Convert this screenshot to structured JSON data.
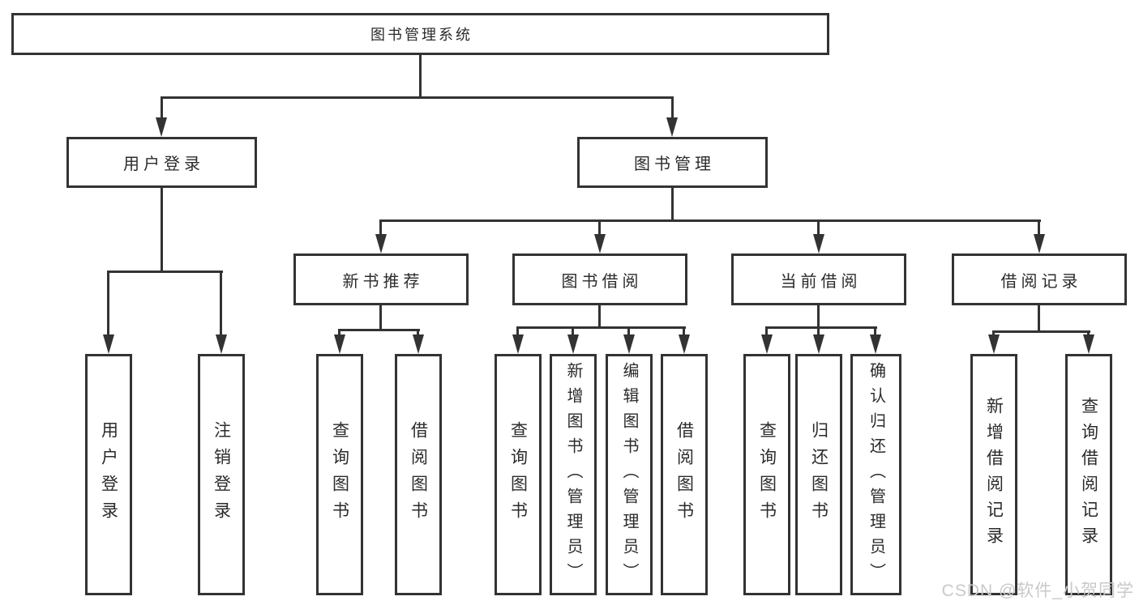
{
  "diagram": {
    "root": {
      "label": "图书管理系统"
    },
    "branches": [
      {
        "label": "用户登录",
        "leaves": [
          {
            "label": "用户登录"
          },
          {
            "label": "注销登录"
          }
        ]
      },
      {
        "label": "图书管理",
        "groups": [
          {
            "label": "新书推荐",
            "leaves": [
              {
                "label": "查询图书"
              },
              {
                "label": "借阅图书"
              }
            ]
          },
          {
            "label": "图书借阅",
            "leaves": [
              {
                "label": "查询图书"
              },
              {
                "label": "新增图书（管理员）"
              },
              {
                "label": "编辑图书（管理员）"
              },
              {
                "label": "借阅图书"
              }
            ]
          },
          {
            "label": "当前借阅",
            "leaves": [
              {
                "label": "查询图书"
              },
              {
                "label": "归还图书"
              },
              {
                "label": "确认归还（管理员）"
              }
            ]
          },
          {
            "label": "借阅记录",
            "leaves": [
              {
                "label": "新增借阅记录"
              },
              {
                "label": "查询借阅记录"
              }
            ]
          }
        ]
      }
    ]
  },
  "watermark": {
    "text": "CSDN @软件_小贺同学",
    "color": "#c9c9c9"
  },
  "colors": {
    "line": "#333333",
    "text": "#2b2b2b",
    "background": "#ffffff"
  }
}
